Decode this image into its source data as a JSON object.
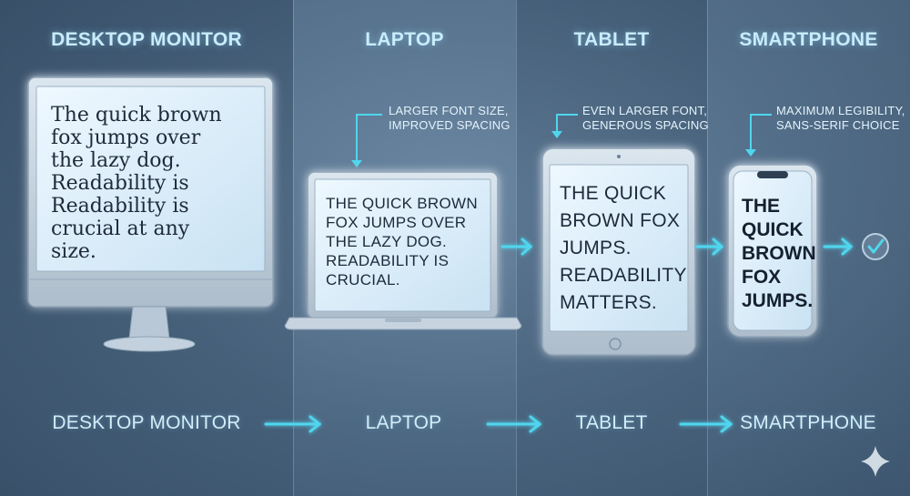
{
  "headers": {
    "desktop": "DESKTOP MONITOR",
    "laptop": "LAPTOP",
    "tablet": "TABLET",
    "smartphone": "SMARTPHONE"
  },
  "notes": {
    "laptop": [
      "LARGER FONT SIZE,",
      "IMPROVED SPACING"
    ],
    "tablet": [
      "EVEN LARGER FONT,",
      "GENEROUS SPACING"
    ],
    "smartphone": [
      "MAXIMUM LEGIBILITY,",
      "SANS-SERIF CHOICE"
    ]
  },
  "screens": {
    "desktop": [
      "The quick brown",
      "fox jumps over",
      "the lazy dog.",
      "Readability is",
      "Readability is",
      "crucial at any",
      "size."
    ],
    "laptop": [
      "THE QUICK BROWN",
      "FOX JUMPS OVER",
      "THE LAZY DOG.",
      "READABILITY IS",
      "CRUCIAL."
    ],
    "tablet": [
      "THE QUICK",
      "BROWN FOX",
      "JUMPS.",
      "READABILITY",
      "MATTERS."
    ],
    "smartphone": [
      "THE",
      "QUICK",
      "BROWN",
      "FOX",
      "JUMPS."
    ]
  },
  "footers": {
    "desktop": "DESKTOP MONITOR",
    "laptop": "LAPTOP",
    "tablet": "TABLET",
    "smartphone": "SMARTPHONE"
  },
  "icons": {
    "check": "check-circle-icon",
    "sparkle": "sparkle-icon",
    "arrow": "arrow-right-icon"
  },
  "colors": {
    "accent": "#4fd6ee",
    "screen": "#dbeefa",
    "bezel": "#c6d4e0",
    "text_dark": "#1e2a3a"
  }
}
